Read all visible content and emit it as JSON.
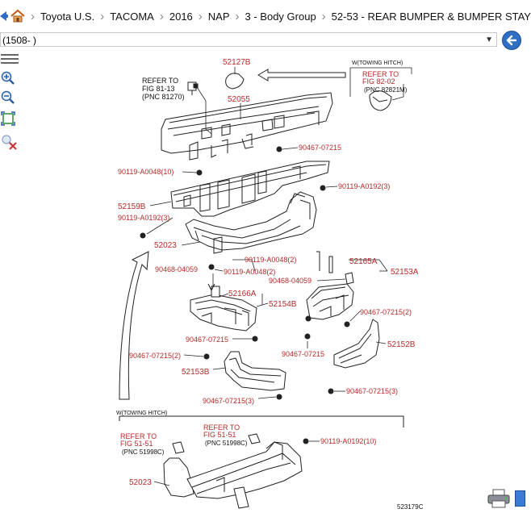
{
  "breadcrumb": {
    "items": [
      "Toyota U.S.",
      "TACOMA",
      "2016",
      "NAP",
      "3 - Body Group",
      "52-53 - REAR BUMPER & BUMPER STAY"
    ]
  },
  "selector": {
    "value": "(1508- )"
  },
  "diagram": {
    "labels": {
      "p52127B": "52127B",
      "p52055": "52055",
      "p90467_07215_a": "90467-07215",
      "p90119_A0048_10": "90119-A0048(10)",
      "p90119_A0192_3_r": "90119-A0192(3)",
      "p52159B": "52159B",
      "p90119_A0192_3_l": "90119-A0192(3)",
      "p52023": "52023",
      "p90119_A0048_2_a": "90119-A0048(2)",
      "p52165A": "52165A",
      "p90468_04059_l": "90468-04059",
      "p90119_A0048_2_b": "90119-A0048(2)",
      "p52153A": "52153A",
      "p90468_04059_r": "90468-04059",
      "p52166A": "52166A",
      "p52154B": "52154B",
      "p90467_07215_2_r": "90467-07215(2)",
      "p90467_07215_b": "90467-07215",
      "p90467_07215_c": "90467-07215",
      "p52152B": "52152B",
      "p90467_07215_2_l": "90467-07215(2)",
      "p52153B": "52153B",
      "p90467_07215_3_b": "90467-07215(3)",
      "p90467_07215_3_r": "90467-07215(3)",
      "p52023_b": "52023",
      "p90119_A0192_10": "90119-A0192(10)",
      "ref_81_13_a": "REFER TO",
      "ref_81_13_b": "FIG 81-13",
      "ref_81_13_c": "(PNC 81270)",
      "tow_top": "W(TOWING HITCH)",
      "ref_82_02_a": "REFER TO",
      "ref_82_02_b": "FIG 82-02",
      "ref_82_02_c": "(PNC 82821M)",
      "tow_bottom": "W(TOWING HITCH)",
      "ref_51_51_l_a": "REFER TO",
      "ref_51_51_l_b": "FIG 51-51",
      "ref_51_51_l_c": "(PNC 51998C)",
      "ref_51_51_r_a": "REFER TO",
      "ref_51_51_r_b": "FIG 51-51",
      "ref_51_51_r_c": "(PNC 51998C)",
      "code": "523179C"
    }
  },
  "colors": {
    "part_label": "#b52a2a",
    "line": "#222222"
  }
}
